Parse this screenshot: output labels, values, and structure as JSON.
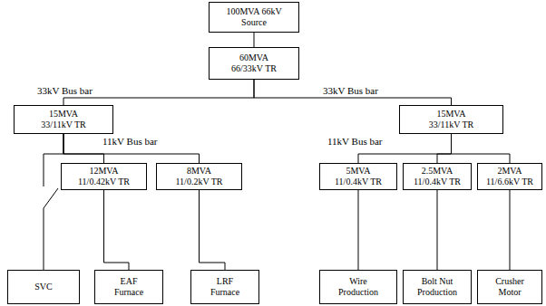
{
  "diagram": {
    "nodes": [
      {
        "text": [
          "100MVA 66kV Source"
        ]
      },
      {
        "text": [
          "60MVA 66/33kV TR"
        ]
      },
      {
        "text": [
          "15MVA 33/11kV TR"
        ]
      },
      {
        "text": [
          "15MVA 33/11kV TR"
        ]
      },
      {
        "text": [
          "12MVA 11/0.42kV TR"
        ]
      },
      {
        "text": [
          "8MVA 11/0.2kV TR"
        ]
      },
      {
        "text": [
          "5MVA 11/0.4kV TR"
        ]
      },
      {
        "text": [
          "2.5MVA 11/0.4kV TR"
        ]
      },
      {
        "text": [
          "2MVA 11/6.6kV TR"
        ]
      },
      {
        "text": [
          "SVC"
        ]
      },
      {
        "text": [
          "EAF Furnace"
        ]
      },
      {
        "text": [
          "LRF Furnace"
        ]
      },
      {
        "text": [
          "Wire Production"
        ]
      },
      {
        "text": [
          "Bolt Nut Production"
        ]
      },
      {
        "text": [
          "Crusher Motor"
        ]
      }
    ],
    "edges": [
      {
        "from": 0,
        "to": 1,
        "arrow": "none"
      },
      {
        "from": 1,
        "to": 2,
        "arrow": "none"
      },
      {
        "from": 1,
        "to": 3,
        "arrow": "none"
      },
      {
        "from": 2,
        "to": 9,
        "arrow": "none"
      },
      {
        "from": 2,
        "to": 4,
        "arrow": "none"
      },
      {
        "from": 2,
        "to": 5,
        "arrow": "none"
      },
      {
        "from": 3,
        "to": 6,
        "arrow": "none"
      },
      {
        "from": 3,
        "to": 7,
        "arrow": "none"
      },
      {
        "from": 3,
        "to": 8,
        "arrow": "none"
      },
      {
        "from": 4,
        "to": 10,
        "arrow": "none"
      },
      {
        "from": 5,
        "to": 11,
        "arrow": "none"
      },
      {
        "from": 6,
        "to": 12,
        "arrow": "none"
      },
      {
        "from": 7,
        "to": 13,
        "arrow": "none"
      },
      {
        "from": 8,
        "to": 14,
        "arrow": "none"
      }
    ],
    "labels": [
      "33kV Bus bar",
      "33kV Bus bar",
      "11kV Bus bar",
      "11kV Bus bar"
    ]
  }
}
